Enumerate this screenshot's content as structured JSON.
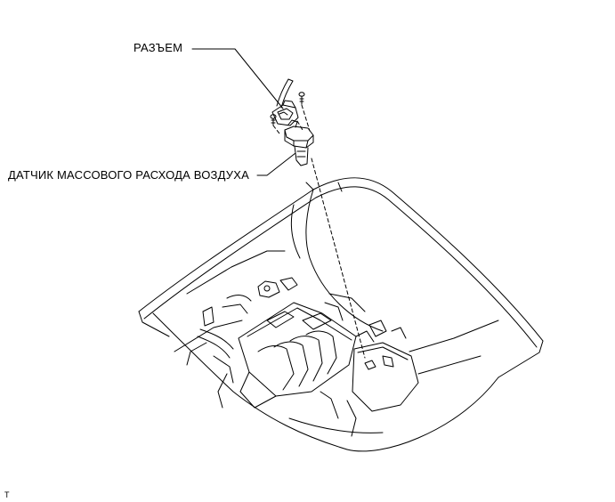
{
  "labels": {
    "connector": "РАЗЪЕМ",
    "sensor": "ДАТЧИК МАССОВОГО РАСХОДА ВОЗДУХА",
    "figure_code": "T"
  },
  "colors": {
    "line": "#000000",
    "background": "#ffffff"
  }
}
